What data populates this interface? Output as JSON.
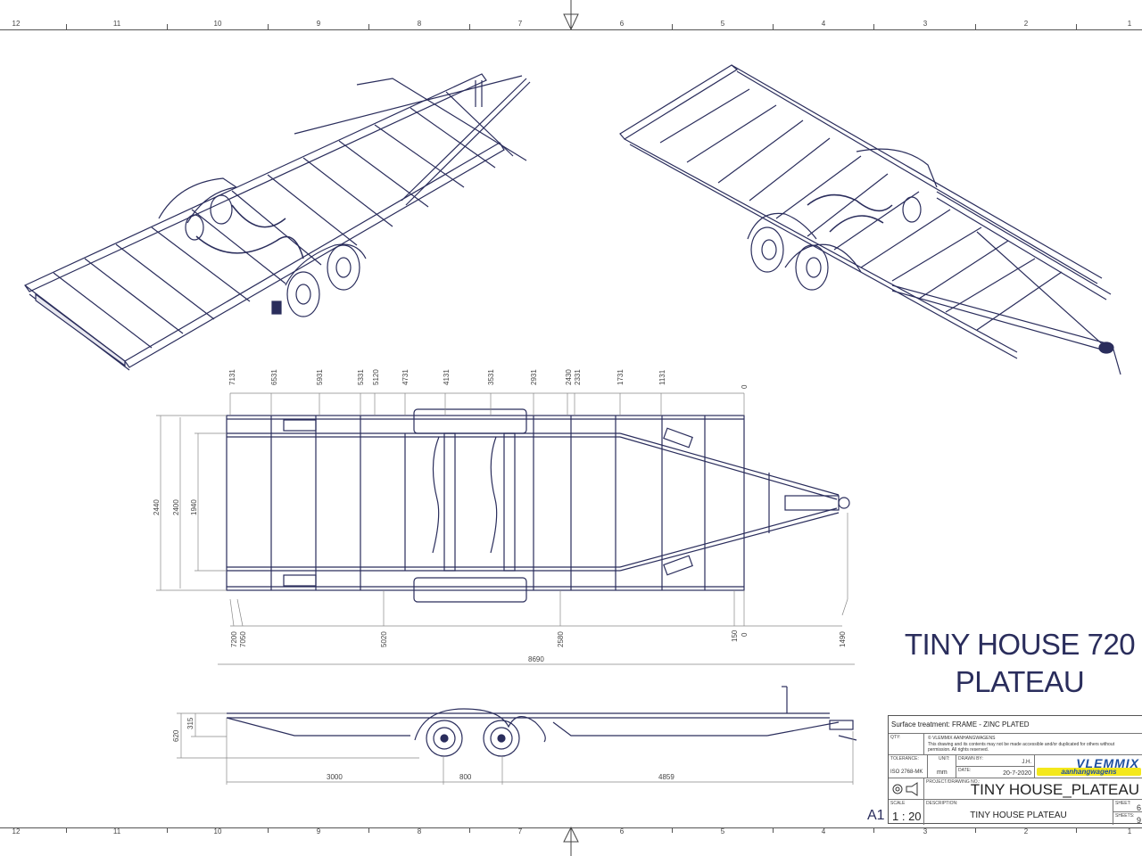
{
  "drawing": {
    "title_line1": "TINY HOUSE 720",
    "title_line2": "PLATEAU",
    "sheet_size": "A1"
  },
  "rulers": {
    "top": [
      "12",
      "11",
      "10",
      "9",
      "8",
      "7",
      "6",
      "5",
      "4",
      "3",
      "2",
      "1"
    ],
    "bottom": [
      "12",
      "11",
      "10",
      "9",
      "8",
      "7",
      "6",
      "5",
      "4",
      "3",
      "2",
      "1"
    ]
  },
  "views": {
    "isometric_rear_left": {
      "description": "Isometric view of trailer frame, tandem axle, from rear-left"
    },
    "isometric_front_right": {
      "description": "Isometric view of trailer frame with drawbar, from front-right"
    },
    "top_view": {
      "top_dimensions": [
        "7131",
        "6531",
        "5931",
        "5331",
        "5120",
        "4731",
        "4131",
        "3531",
        "2931",
        "2430",
        "2331",
        "1731",
        "1131",
        "0"
      ],
      "left_dimensions": [
        "2440",
        "2400",
        "1940"
      ],
      "bottom_dimensions": [
        "7200",
        "7050",
        "5020",
        "2580",
        "150",
        "0",
        "1490"
      ],
      "overall_length": "8690"
    },
    "side_view": {
      "left_dimensions": [
        "620",
        "315"
      ],
      "bottom_dimensions": [
        "3000",
        "800",
        "4859"
      ]
    }
  },
  "title_block": {
    "surface_treatment": "Surface treatment:  FRAME - ZINC PLATED",
    "qty_label": "QTY:",
    "copyright_line1": "© VLEMMIX AANHANGWAGENS",
    "copyright_line2": "This drawing and its contents may not be made accessible and/or duplicated for others without",
    "copyright_line3": "permission. All rights reserved.",
    "tolerance_label": "TOLERANCE:",
    "tolerance_value": "ISO 2768-MK",
    "unit_label": "UNIT:",
    "unit_value": "mm",
    "drawn_by_label": "DRAWN BY:",
    "drawn_by_value": "J.H.",
    "date_label": "DATE:",
    "date_value": "20-7-2020",
    "company_name": "VLEMMIX",
    "company_sub": "aanhangwagens",
    "project_label": "PROJECT/DRAWING NO.:",
    "project_value": "TINY HOUSE_PLATEAU",
    "scale_label": "SCALE",
    "scale_value": "1 : 20",
    "description_label": "DESCRIPTION:",
    "description_value": "TINY HOUSE PLATEAU",
    "sheet_label": "SHEET:",
    "sheet_value": "6",
    "sheets_label": "SHEETS:",
    "sheets_value": "9"
  },
  "colors": {
    "line": "#2a2d5c",
    "dimension": "#777777",
    "logo_blue": "#1e4fa0",
    "logo_yellow": "#f4e81c"
  }
}
